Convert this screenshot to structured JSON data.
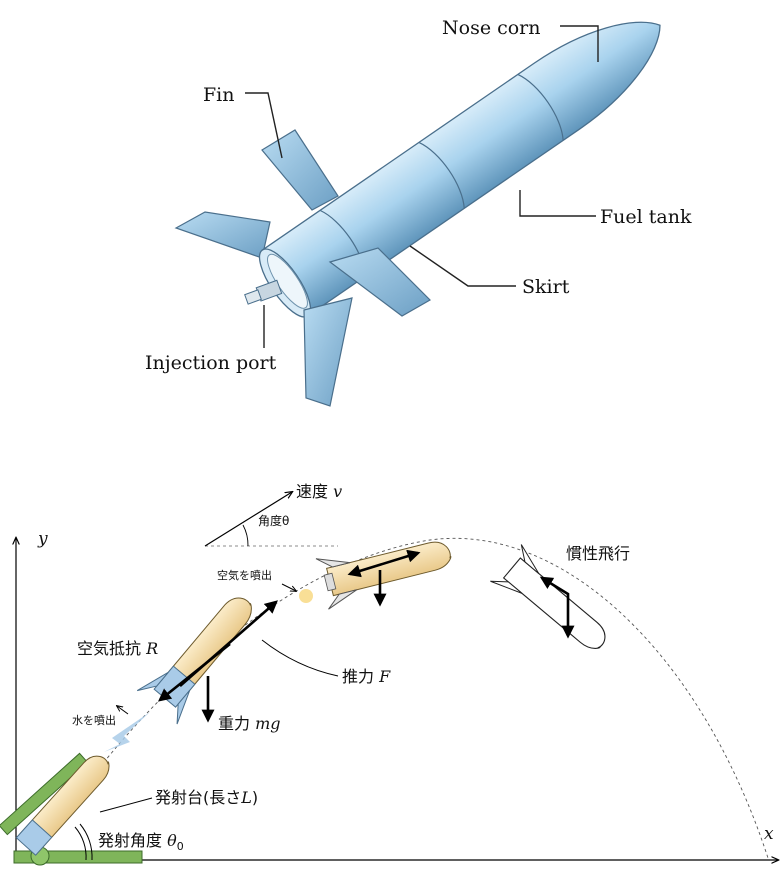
{
  "rocket_labels": {
    "nose_corn": "Nose corn",
    "fin": "Fin",
    "fuel_tank": "Fuel tank",
    "skirt": "Skirt",
    "injection_port": "Injection port"
  },
  "flight_diagram": {
    "axis_x": "x",
    "axis_y": "y",
    "velocity": "速度",
    "velocity_symbol": "v",
    "angle": "角度θ",
    "air_eject": "空気を噴出",
    "water_eject": "水を噴出",
    "inertial_flight": "慣性飛行",
    "air_resistance": "空気抵抗",
    "air_resistance_symbol": "R",
    "thrust": "推力",
    "thrust_symbol": "F",
    "gravity": "重力",
    "gravity_symbol": "mg",
    "launcher": "発射台(長さ",
    "launcher_symbol": "L",
    "launcher_close": ")",
    "launch_angle": "発射角度",
    "launch_angle_symbol": "θ",
    "launch_angle_sub": "0"
  },
  "colors": {
    "rocket_body": "#a9d3ee",
    "rocket_outline": "#4a6f8c",
    "rocket_tan": "#f3dca8",
    "launcher_green": "#7fb55a",
    "water_blue": "#a9cbe8"
  }
}
